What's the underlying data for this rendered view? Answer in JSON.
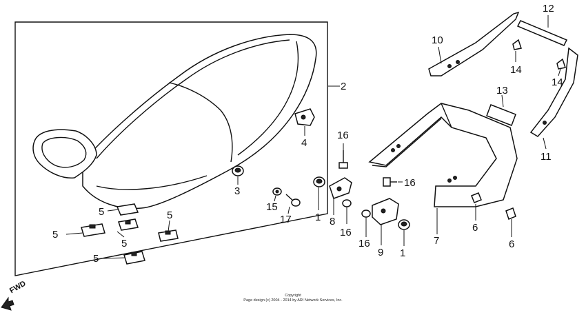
{
  "callouts": {
    "c1a": "1",
    "c1b": "1",
    "c2": "2",
    "c3": "3",
    "c4": "4",
    "c5a": "5",
    "c5b": "5",
    "c5c": "5",
    "c5d": "5",
    "c5e": "5",
    "c6a": "6",
    "c6b": "6",
    "c7": "7",
    "c8": "8",
    "c9": "9",
    "c10": "10",
    "c11": "11",
    "c12": "12",
    "c13": "13",
    "c14a": "14",
    "c14b": "14",
    "c15": "15",
    "c16a": "16",
    "c16b": "16",
    "c16c": "16",
    "c16d": "16",
    "c17": "17"
  },
  "direction": {
    "label": "FWD"
  },
  "copyright": {
    "line1": "Copyright",
    "line2": "Page design (c) 2004 - 2014 by ARI Network Services, Inc."
  }
}
